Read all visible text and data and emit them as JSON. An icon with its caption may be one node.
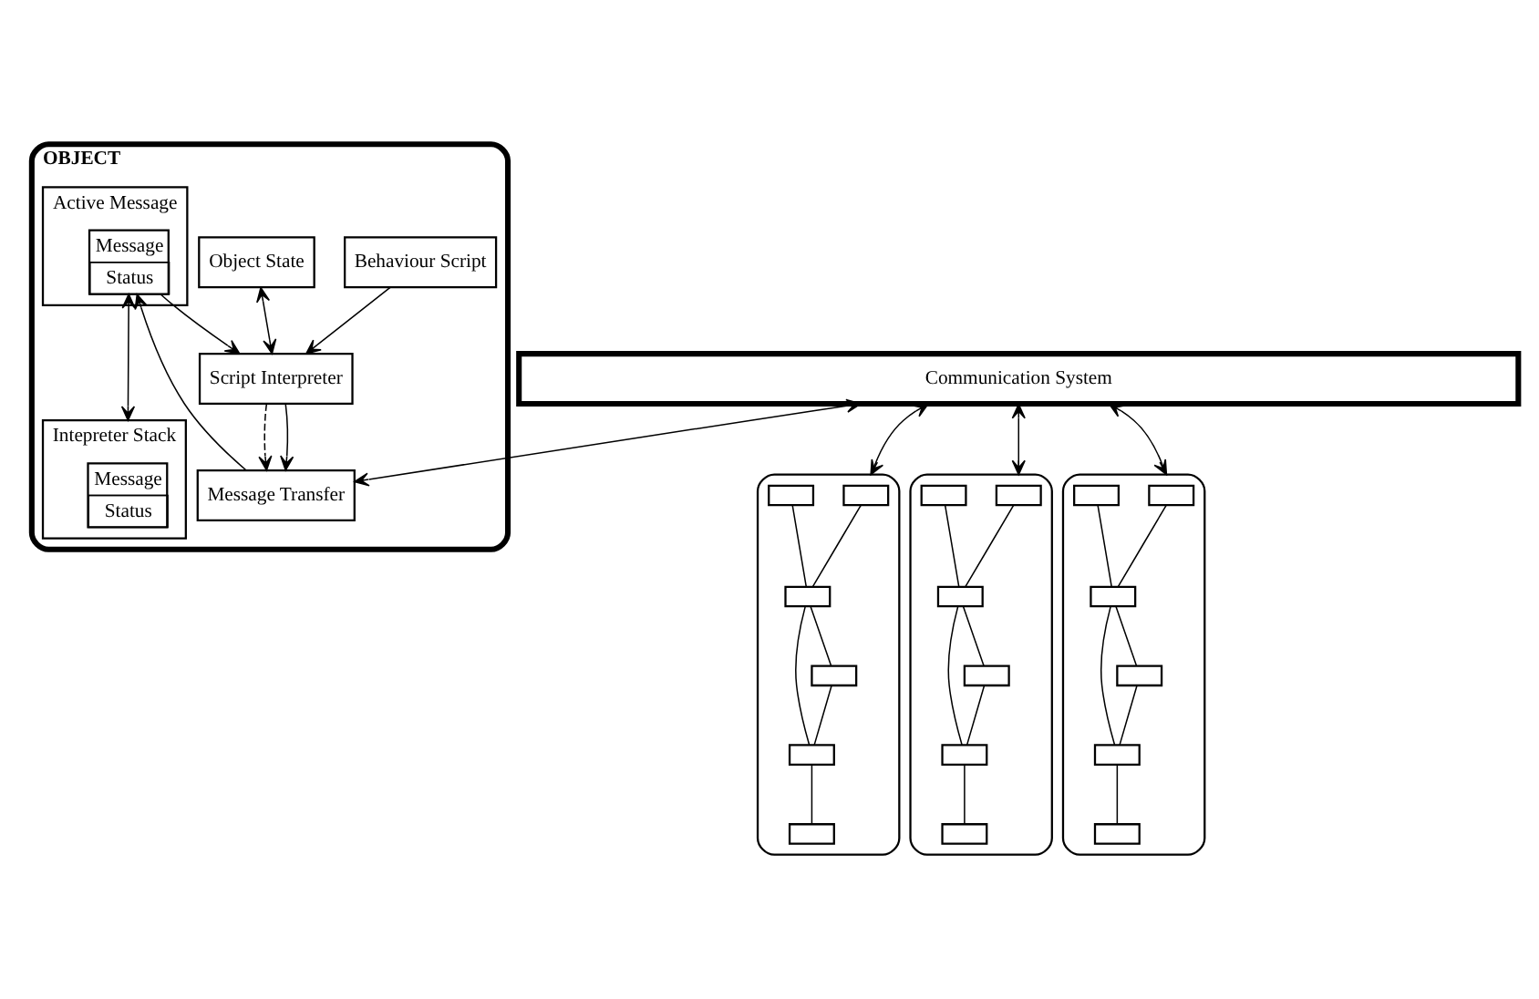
{
  "diagram": {
    "nodes": [
      {
        "text": [
          "OBJECT"
        ]
      },
      {
        "text": [
          "Object State"
        ],
        "in": 0
      },
      {
        "text": [
          "Behaviour Script"
        ],
        "in": 0
      },
      {
        "text": [
          "Script Interpreter"
        ],
        "in": 0
      },
      {
        "text": [
          "Active Message"
        ],
        "in": 0
      },
      {
        "text": [
          "Message",
          "Status"
        ],
        "in": 4
      },
      {
        "text": [
          "Intepreter Stack"
        ],
        "in": 0
      },
      {
        "text": [
          "Message",
          "Status"
        ],
        "in": 6
      },
      {
        "text": [
          "Message Transfer"
        ],
        "in": 0
      },
      {
        "text": [
          "Communication System"
        ]
      },
      {
        "text": [],
        "shape": "box"
      },
      {
        "text": [],
        "shape": "box",
        "in": 10
      },
      {
        "text": [],
        "shape": "box",
        "in": 10
      },
      {
        "text": [],
        "shape": "box",
        "in": 10
      },
      {
        "text": [],
        "shape": "box",
        "in": 10
      },
      {
        "text": [],
        "shape": "box",
        "in": 10
      },
      {
        "text": [],
        "shape": "box",
        "in": 10
      },
      {
        "text": [],
        "shape": "box"
      },
      {
        "text": [],
        "shape": "box",
        "in": 17
      },
      {
        "text": [],
        "shape": "box",
        "in": 17
      },
      {
        "text": [],
        "shape": "box",
        "in": 17
      },
      {
        "text": [],
        "shape": "box",
        "in": 17
      },
      {
        "text": [],
        "shape": "box",
        "in": 17
      },
      {
        "text": [],
        "shape": "box",
        "in": 17
      },
      {
        "text": [],
        "shape": "box"
      },
      {
        "text": [],
        "shape": "box",
        "in": 24
      },
      {
        "text": [],
        "shape": "box",
        "in": 24
      },
      {
        "text": [],
        "shape": "box",
        "in": 24
      },
      {
        "text": [],
        "shape": "box",
        "in": 24
      },
      {
        "text": [],
        "shape": "box",
        "in": 24
      },
      {
        "text": [],
        "shape": "box",
        "in": 24
      }
    ],
    "edges": [
      {
        "from": 1,
        "to": 3,
        "arrow": "both"
      },
      {
        "from": 2,
        "to": 3,
        "arrow": "to"
      },
      {
        "from": 5,
        "to": 3,
        "arrow": "to"
      },
      {
        "from": 5,
        "to": 6,
        "arrow": "both"
      },
      {
        "from": 3,
        "to": 8,
        "arrow": "to",
        "style": "dashed"
      },
      {
        "from": 3,
        "to": 8,
        "arrow": "to"
      },
      {
        "from": 8,
        "to": 5,
        "arrow": "to"
      },
      {
        "from": 9,
        "to": 8,
        "arrow": "both"
      },
      {
        "from": 9,
        "to": 10,
        "arrow": "both"
      },
      {
        "from": 9,
        "to": 17,
        "arrow": "both"
      },
      {
        "from": 9,
        "to": 24,
        "arrow": "both"
      },
      {
        "from": 11,
        "to": 13,
        "arrow": "none"
      },
      {
        "from": 12,
        "to": 13,
        "arrow": "none"
      },
      {
        "from": 13,
        "to": 14,
        "arrow": "none"
      },
      {
        "from": 14,
        "to": 15,
        "arrow": "none"
      },
      {
        "from": 13,
        "to": 16,
        "arrow": "none"
      },
      {
        "from": 16,
        "to": 14,
        "arrow": "none"
      },
      {
        "from": 18,
        "to": 20,
        "arrow": "none"
      },
      {
        "from": 19,
        "to": 20,
        "arrow": "none"
      },
      {
        "from": 20,
        "to": 21,
        "arrow": "none"
      },
      {
        "from": 21,
        "to": 22,
        "arrow": "none"
      },
      {
        "from": 20,
        "to": 23,
        "arrow": "none"
      },
      {
        "from": 23,
        "to": 21,
        "arrow": "none"
      },
      {
        "from": 25,
        "to": 27,
        "arrow": "none"
      },
      {
        "from": 26,
        "to": 27,
        "arrow": "none"
      },
      {
        "from": 27,
        "to": 28,
        "arrow": "none"
      },
      {
        "from": 28,
        "to": 29,
        "arrow": "none"
      },
      {
        "from": 27,
        "to": 30,
        "arrow": "none"
      },
      {
        "from": 30,
        "to": 28,
        "arrow": "none"
      }
    ]
  }
}
